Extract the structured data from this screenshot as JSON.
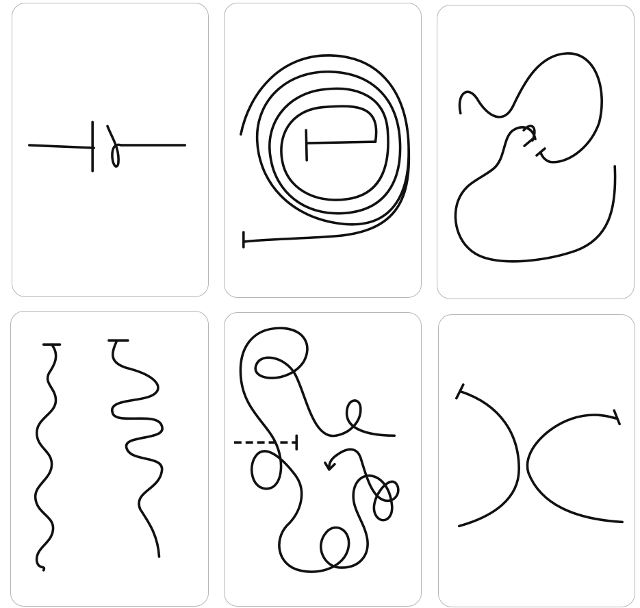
{
  "colors": {
    "ink": "#111111",
    "card_border": "#b5b5b5",
    "card_background": "#ffffff",
    "page_background": "#ffffff"
  },
  "cards": [
    {
      "figure": "capacitor-like-line-figure"
    },
    {
      "figure": "spiral-figure"
    },
    {
      "figure": "tangled-loop-figure"
    },
    {
      "figure": "two-wavy-lines-figure"
    },
    {
      "figure": "knotted-loops-figure"
    },
    {
      "figure": "two-opposing-arcs-figure"
    }
  ]
}
